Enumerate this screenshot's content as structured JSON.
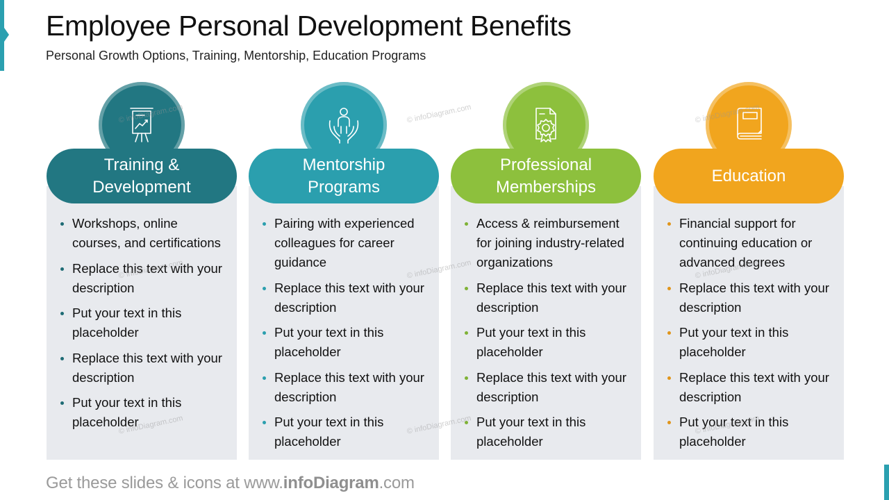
{
  "header": {
    "title": "Employee Personal Development Benefits",
    "subtitle": "Personal Growth Options, Training, Mentorship, Education Programs"
  },
  "colors": {
    "accent": "#2ba0b0",
    "panel_bg": "#e8eaee"
  },
  "columns": [
    {
      "title_line1": "Training &",
      "title_line2": "Development",
      "icon": "presentation-chart-icon",
      "color": "#227782",
      "bullet_color": "#1e6b74",
      "bullets": [
        "Workshops, online courses, and certifications",
        "Replace this text with your description",
        "Put your text in this placeholder",
        "Replace this text with your description",
        "Put your text in this placeholder"
      ]
    },
    {
      "title_line1": "Mentorship",
      "title_line2": "Programs",
      "icon": "person-in-hands-icon",
      "color": "#2b9fae",
      "bullet_color": "#2b9fae",
      "bullets": [
        "Pairing with experienced colleagues for career guidance",
        "Replace this text with your description",
        "Put your text in this placeholder",
        "Replace this text with your description",
        "Put your text in this placeholder"
      ]
    },
    {
      "title_line1": "Professional",
      "title_line2": "Memberships",
      "icon": "certificate-icon",
      "color": "#8dc03d",
      "bullet_color": "#7fb236",
      "bullets": [
        "Access & reimbursement for joining industry-related organizations",
        "Replace this text with your description",
        "Put your text in this placeholder",
        "Replace this text with your description",
        "Put your text in this placeholder"
      ]
    },
    {
      "title_line1": "Education",
      "title_line2": "",
      "icon": "book-icon",
      "color": "#f1a51e",
      "bullet_color": "#e0951a",
      "bullets": [
        "Financial support for continuing education or advanced degrees",
        "Replace this text with your description",
        "Put your text in this placeholder",
        "Replace this text with your description",
        "Put your text in this placeholder"
      ]
    }
  ],
  "watermark": "© infoDiagram.com",
  "footer": {
    "prefix": "Get these slides & icons at www.",
    "brand": "infoDiagram",
    "suffix": ".com"
  }
}
